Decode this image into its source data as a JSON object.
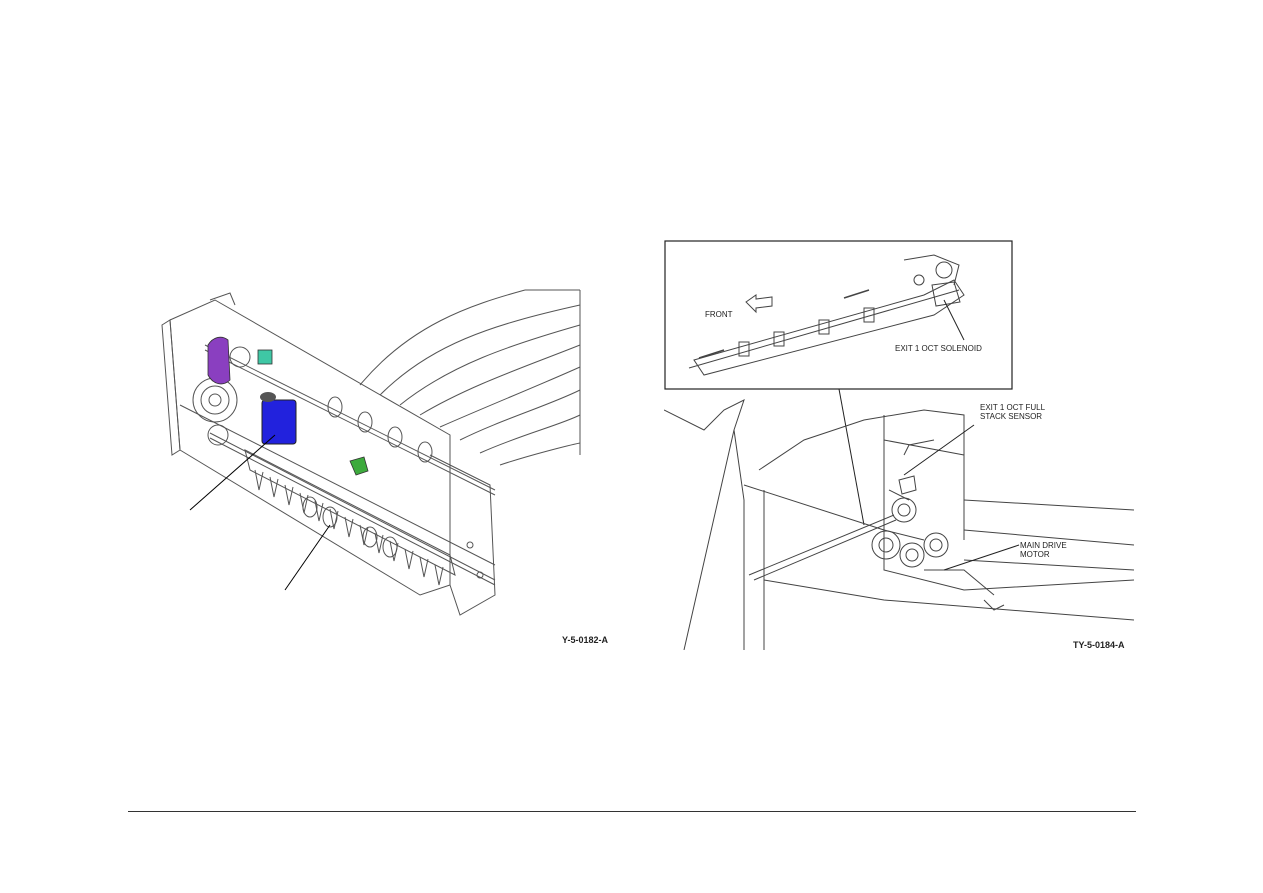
{
  "figures": {
    "left": {
      "id_label": "Y-5-0182-A"
    },
    "right": {
      "id_label": "TY-5-0184-A",
      "callouts": {
        "front": "FRONT",
        "solenoid": "EXIT 1 OCT SOLENOID",
        "full_stack_sensor": "EXIT 1 OCT FULL\nSTACK SENSOR",
        "main_drive_motor": "MAIN DRIVE\nMOTOR"
      }
    }
  },
  "colors": {
    "line": "#555555",
    "highlight_purple": "#8a3fc0",
    "highlight_teal": "#3fc7a5",
    "highlight_blue": "#2222dd",
    "highlight_green": "#3daa3d"
  }
}
